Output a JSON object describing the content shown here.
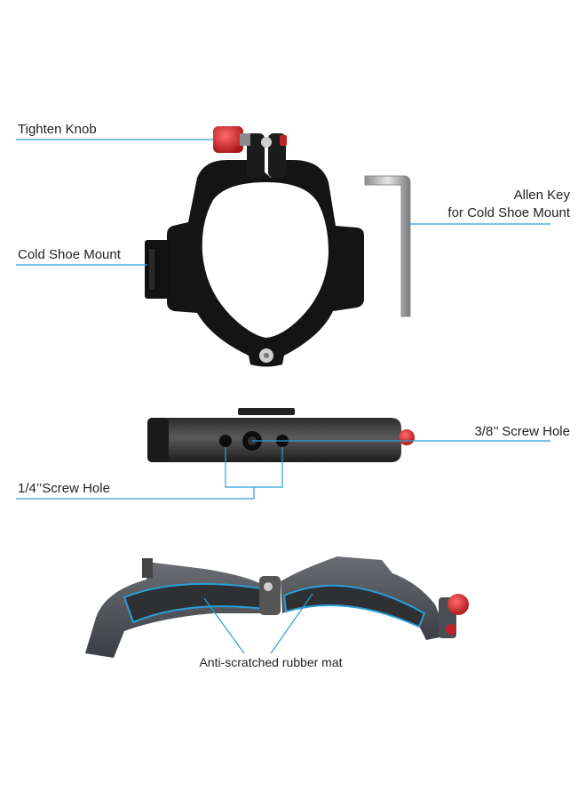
{
  "colors": {
    "callout_line": "#2a9fd6",
    "metal_black": "#141414",
    "metal_grey": "#4a4d52",
    "knob_red": "#d8262b",
    "rubber_mat": "#2e3033",
    "key_silver": "#c9c9c9"
  },
  "labels": {
    "tighten_knob": "Tighten Knob",
    "cold_shoe_mount": "Cold Shoe Mount",
    "allen_key_line1": "Allen Key",
    "allen_key_line2": "for Cold Shoe Mount",
    "screw_hole_38": "3/8’’ Screw Hole",
    "screw_hole_14": "1/4’’Screw Hole",
    "rubber_mat": "Anti-scratched rubber mat"
  }
}
